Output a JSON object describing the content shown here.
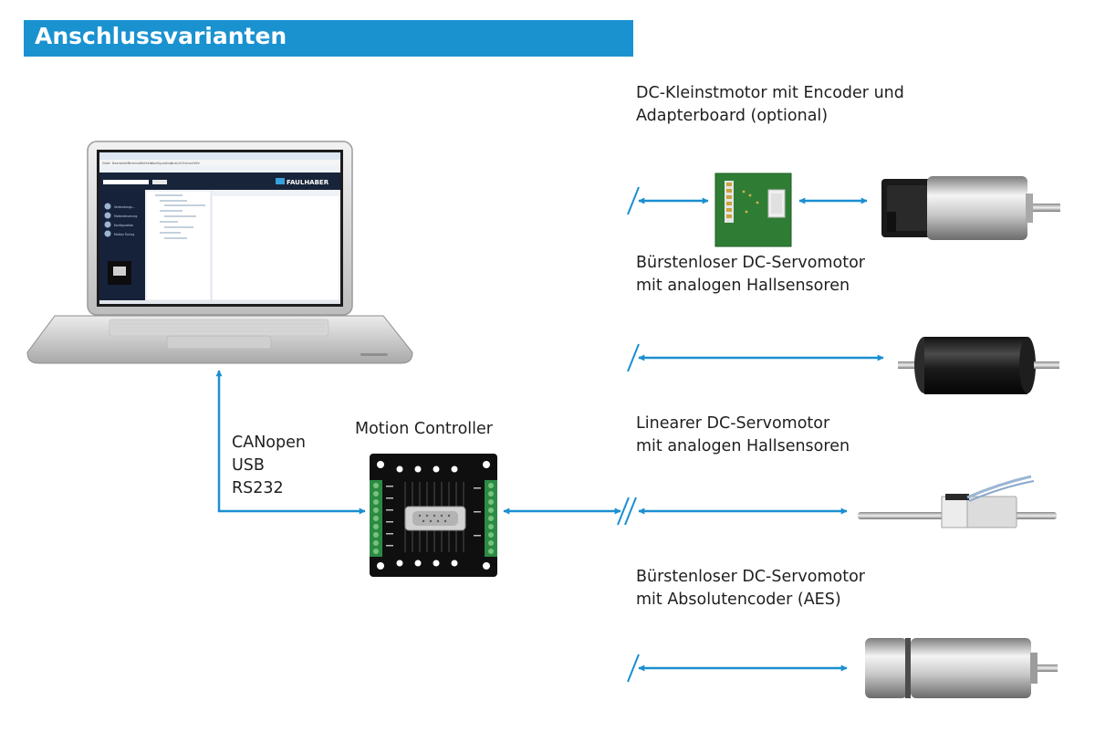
{
  "header": {
    "title": "Anschlussvarianten"
  },
  "laptop": {
    "brand": "FAULHABER",
    "menu_items": [
      "Datei",
      "Bearbeiten",
      "Terminal",
      "Befehle",
      "Konfiguration",
      "Ansicht",
      "Extras",
      "Hilfe"
    ],
    "sidebar_items": [
      "Verbindungs...",
      "Motorsteuerung",
      "Konfiguration",
      "Motion Tuning"
    ]
  },
  "interfaces": {
    "lines": [
      "CANopen",
      "USB",
      "RS232"
    ]
  },
  "controller": {
    "label": "Motion Controller"
  },
  "motors": [
    {
      "lines": [
        "DC-Kleinstmotor mit Encoder und",
        "Adapterboard (optional)"
      ]
    },
    {
      "lines": [
        "Bürstenloser DC-Servomotor",
        "mit analogen Hallsensoren"
      ]
    },
    {
      "lines": [
        "Linearer DC-Servomotor",
        "mit analogen Hallsensoren"
      ]
    },
    {
      "lines": [
        "Bürstenloser DC-Servomotor",
        "mit Absolutencoder (AES)"
      ]
    }
  ],
  "colors": {
    "accent": "#1a92d0",
    "arrow": "#1a8fd0"
  }
}
